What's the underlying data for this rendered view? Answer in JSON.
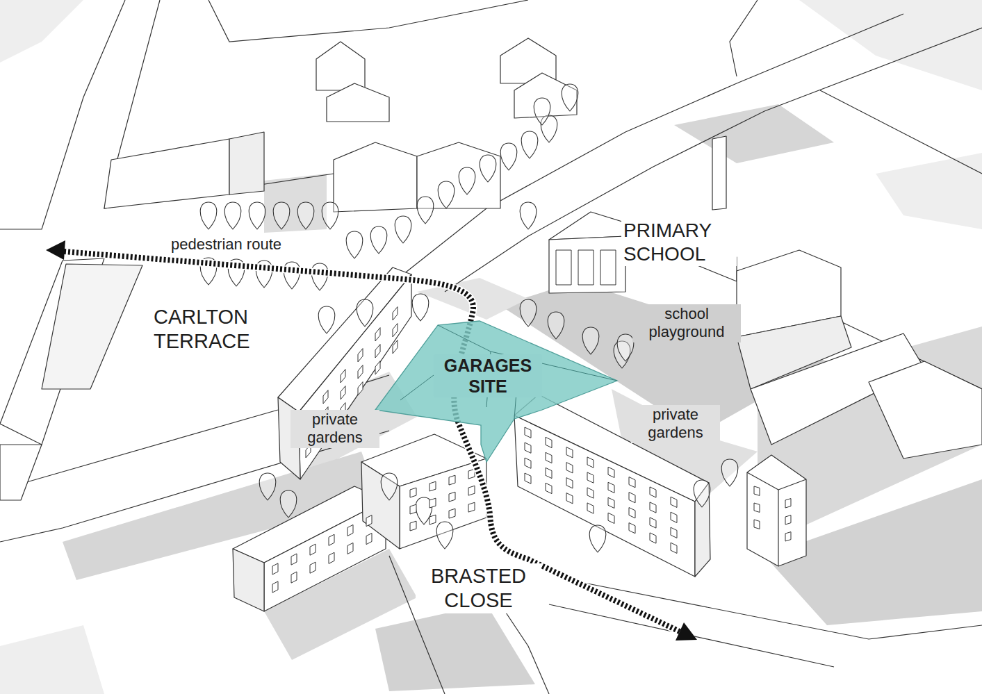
{
  "diagram": {
    "nodes": [
      {
        "text": [
          "GARAGES SITE"
        ]
      }
    ],
    "labels": [
      "pedestrian route",
      "PRIMARY SCHOOL",
      "CARLTON TERRACE",
      "school playground",
      "private gardens",
      "private gardens",
      "BRASTED CLOSE"
    ]
  }
}
